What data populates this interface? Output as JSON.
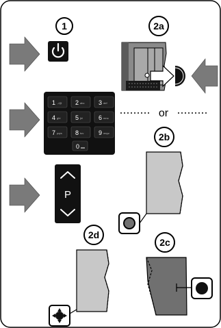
{
  "steps": {
    "step1": "1",
    "step2a": "2a",
    "step2b": "2b",
    "step2c": "2c",
    "step2d": "2d"
  },
  "separator": "or",
  "keypad": {
    "keys": [
      {
        "num": "1",
        "sub": ".,/@"
      },
      {
        "num": "2",
        "sub": "abc"
      },
      {
        "num": "3",
        "sub": "def"
      },
      {
        "num": "4",
        "sub": "ghi"
      },
      {
        "num": "5",
        "sub": "jkl"
      },
      {
        "num": "6",
        "sub": "mno"
      },
      {
        "num": "7",
        "sub": "pqrs"
      },
      {
        "num": "8",
        "sub": "tuv"
      },
      {
        "num": "9",
        "sub": "wxyz"
      }
    ],
    "zero": "0"
  },
  "program_button": {
    "label": "P"
  },
  "icons": {
    "power": "power-icon",
    "arrow": "arrow-right-icon",
    "joystick": "joystick-icon",
    "round_button": "round-button-icon",
    "sensor": "ir-sensor-icon"
  },
  "colors": {
    "arrow": "#7a7a7a",
    "tv_light": "#c8c8c8",
    "tv_dark": "#707070",
    "remote": "#111111"
  }
}
